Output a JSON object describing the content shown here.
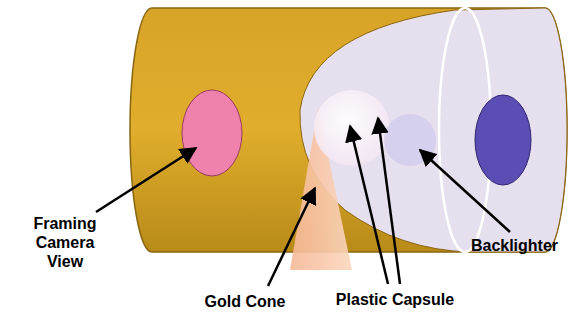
{
  "diagram": {
    "labels": [
      "Framing Camera View",
      "Gold Cone",
      "Plastic Capsule",
      "Backlighter"
    ]
  }
}
